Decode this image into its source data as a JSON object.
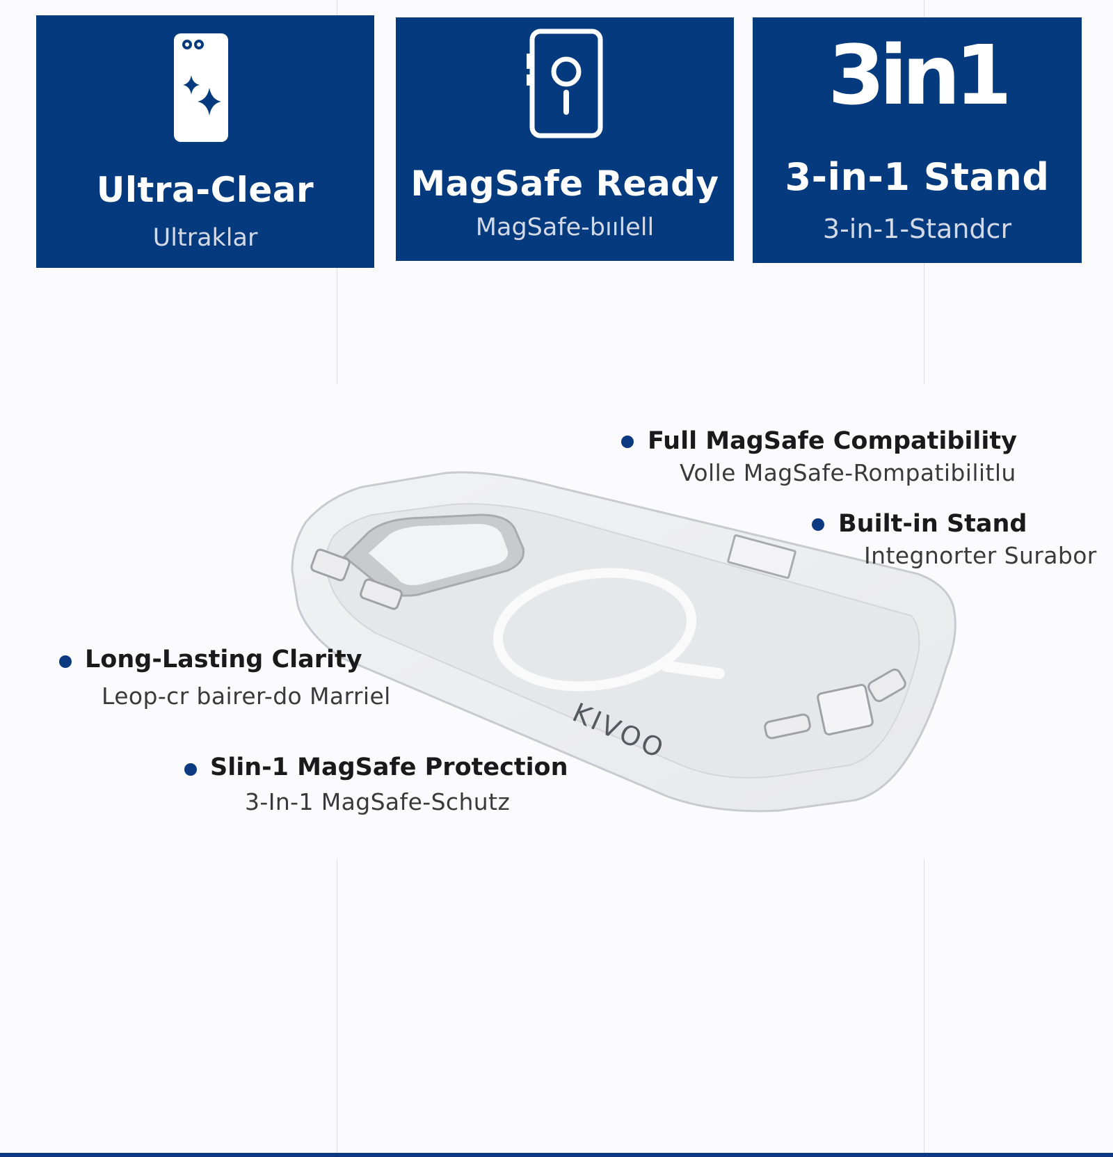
{
  "colors": {
    "card_background": "#053b7e",
    "bullet": "#0b3a82",
    "page_background": "#fbfbfd"
  },
  "cards": [
    {
      "icon": "phone-sparkle-icon",
      "title": "Ultra-Clear",
      "subtitle": "Ultraklar"
    },
    {
      "icon": "magsafe-phone-icon",
      "title": "MagSafe Ready",
      "subtitle": "MagSafe-bıılell"
    },
    {
      "icon": "three-in-one-icon",
      "icon_text": "3in1",
      "title": "3-in-1 Stand",
      "subtitle": "3-in-1-Standcr"
    }
  ],
  "features": [
    {
      "title": "Full MagSafe Compatibility",
      "subtitle": "Volle MagSafe-Rompatibilitlu"
    },
    {
      "title": "Built-in Stand",
      "subtitle": "Integnorter Surabor"
    },
    {
      "title": "Long-Lasting Clarity",
      "subtitle": "Leop-cr bairer-do Marriel"
    },
    {
      "title": "Slin-1 MagSafe Protection",
      "subtitle": "3-In-1 MagSafe-Schutz"
    }
  ],
  "product": {
    "image": "clear-phone-case",
    "brand": "KIVOO"
  }
}
